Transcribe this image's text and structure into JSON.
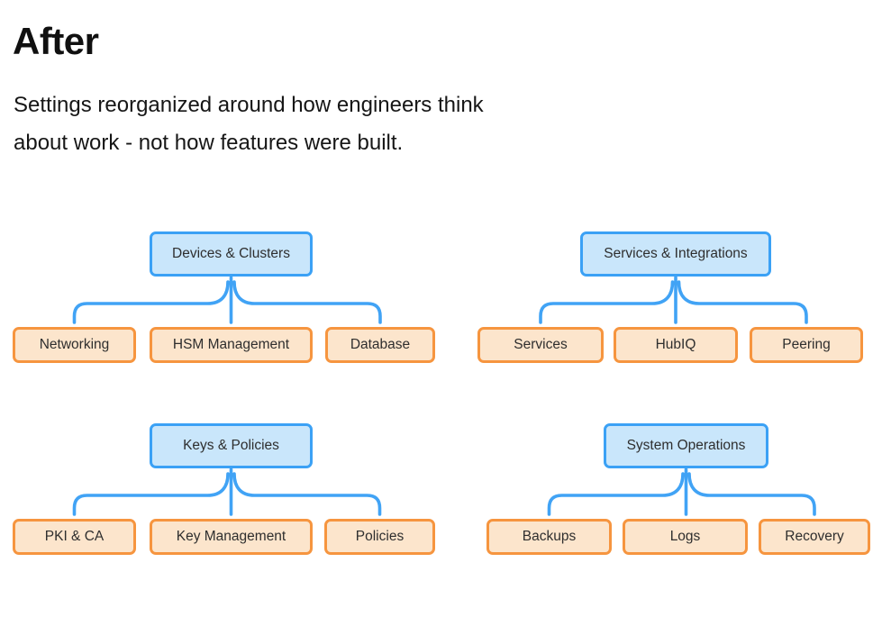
{
  "header": {
    "title": "After",
    "subtitle_lines": [
      "Settings reorganized around how engineers think",
      "about work - not how features were built."
    ]
  },
  "colors": {
    "connector_blue": "#41a3f5",
    "parent_fill": "#c9e6fb",
    "parent_border": "#3ba1f5",
    "child_fill": "#fce5cc",
    "child_border": "#f6953f"
  },
  "trees": [
    {
      "parent": "Devices & Clusters",
      "children": [
        "Networking",
        "HSM Management",
        "Database"
      ]
    },
    {
      "parent": "Services & Integrations",
      "children": [
        "Services",
        "HubIQ",
        "Peering"
      ]
    },
    {
      "parent": "Keys & Policies",
      "children": [
        "PKI & CA",
        "Key Management",
        "Policies"
      ]
    },
    {
      "parent": "System Operations",
      "children": [
        "Backups",
        "Logs",
        "Recovery"
      ]
    }
  ]
}
